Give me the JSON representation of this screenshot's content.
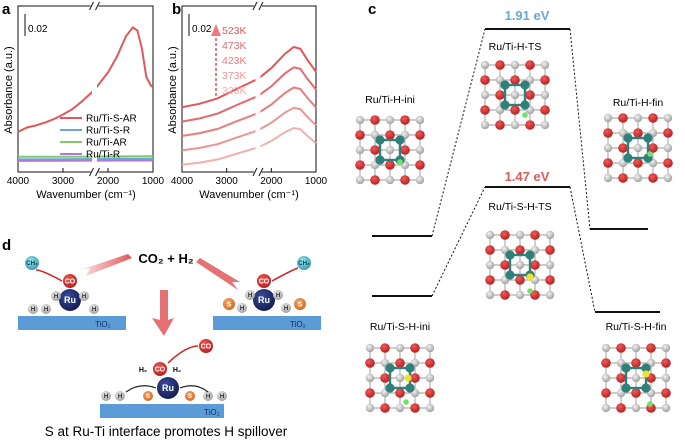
{
  "panel_labels": {
    "a": "a",
    "b": "b",
    "c": "c",
    "d": "d"
  },
  "colors": {
    "ar": "#e0585a",
    "sr": "#6aa7d4",
    "tiar": "#7fc86f",
    "tir": "#b07ad2",
    "energy_high": "#6aa7d4",
    "energy_low": "#e0585a",
    "ru": "#1d2a6b",
    "co_red": "#d32027",
    "ch4": "#4fb8c9",
    "s": "#e97b2b",
    "tio2": "#4c8fcf"
  },
  "chart_data": [
    {
      "type": "line",
      "panel": "a",
      "xlabel": "Wavenumber (cm⁻¹)",
      "ylabel": "Absorbance (a.u.)",
      "scale_bar": "0.02",
      "x_ticks": [
        "4000",
        "3000",
        "2000",
        "1000"
      ],
      "xlim": [
        4000,
        1000
      ],
      "axis_break_at": 2300,
      "series": [
        {
          "name": "Ru/Ti-S-AR",
          "color": "#e0585a",
          "x": [
            4000,
            3800,
            3600,
            3400,
            3200,
            3000,
            2800,
            2600,
            2300,
            2200,
            2000,
            1800,
            1600,
            1450,
            1350,
            1250,
            1150,
            1050,
            1000
          ],
          "y": [
            0.18,
            0.21,
            0.225,
            0.245,
            0.268,
            0.3,
            0.335,
            0.385,
            0.47,
            0.51,
            0.59,
            0.7,
            0.84,
            0.9,
            0.88,
            0.76,
            0.56,
            0.5,
            0.49
          ]
        },
        {
          "name": "Ru/Ti-S-R",
          "color": "#6aa7d4",
          "x": [
            4000,
            3000,
            2300,
            2000,
            1000
          ],
          "y": [
            -0.01,
            -0.008,
            -0.007,
            -0.006,
            -0.005
          ]
        },
        {
          "name": "Ru/Ti-AR",
          "color": "#7fc86f",
          "x": [
            4000,
            3000,
            2300,
            2000,
            1000
          ],
          "y": [
            0.008,
            0.009,
            0.01,
            0.011,
            0.012
          ]
        },
        {
          "name": "Ru/Ti-R",
          "color": "#b07ad2",
          "x": [
            4000,
            3000,
            2300,
            2000,
            1000
          ],
          "y": [
            -0.02,
            -0.019,
            -0.018,
            -0.018,
            -0.017
          ]
        }
      ]
    },
    {
      "type": "line",
      "panel": "b",
      "xlabel": "Wavenumber (cm⁻¹)",
      "ylabel": "Absorbance (a.u.)",
      "scale_bar": "0.02",
      "x_ticks": [
        "4000",
        "3000",
        "2000",
        "1000"
      ],
      "xlim": [
        4000,
        1000
      ],
      "axis_break_at": 2300,
      "series": [
        {
          "name": "523K",
          "color": "#e0585a",
          "offset": 0.5
        },
        {
          "name": "473K",
          "color": "#e46a6c",
          "offset": 0.42
        },
        {
          "name": "423K",
          "color": "#e87c7e",
          "offset": 0.34
        },
        {
          "name": "373K",
          "color": "#ed9496",
          "offset": 0.26
        },
        {
          "name": "323K",
          "color": "#f3aeb0",
          "offset": 0.18
        }
      ],
      "shape_x": [
        4000,
        3600,
        3200,
        2800,
        2300,
        2000,
        1700,
        1500,
        1350,
        1200,
        1000
      ],
      "shape_y": [
        0.0,
        0.02,
        0.05,
        0.1,
        0.16,
        0.22,
        0.3,
        0.34,
        0.33,
        0.27,
        0.2
      ]
    }
  ],
  "panel_c": {
    "energy_high": "1.91 eV",
    "energy_low": "1.47 eV",
    "states": {
      "h_ini": "Ru/Ti-H-ini",
      "h_ts": "Ru/Ti-H-TS",
      "h_fin": "Ru/Ti-H-fin",
      "s_ini": "Ru/Ti-S-H-ini",
      "s_ts": "Ru/Ti-S-H-TS",
      "s_fin": "Ru/Ti-S-H-fin"
    }
  },
  "panel_d": {
    "reactants": "CO₂ + H₂",
    "co": "CO",
    "ch4": "CH₄",
    "ru": "Ru",
    "h": "H",
    "s": "S",
    "h2": "H₂",
    "tio2": "TiO₂",
    "caption": "S at Ru-Ti interface promotes H spillover"
  }
}
